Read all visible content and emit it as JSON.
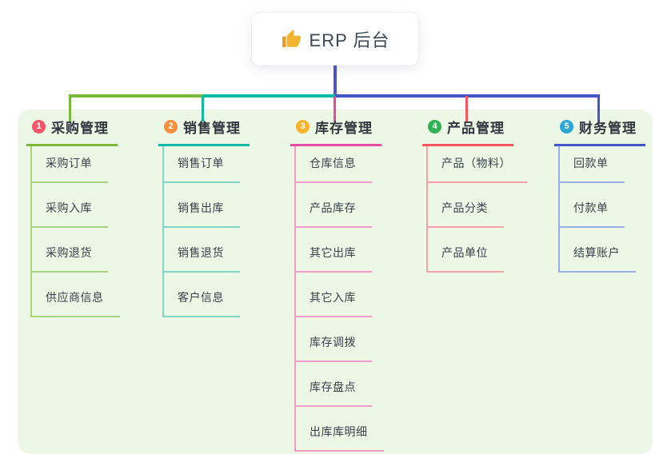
{
  "root": {
    "title": "ERP 后台",
    "icon": "thumbs-up-icon",
    "icon_color": "#f2b32e"
  },
  "branches": [
    {
      "badge": "1",
      "title": "采购管理",
      "badge_color": "#f8566a",
      "line_color": "#79ba3e",
      "sub_line_color": "#a9d47f",
      "items": [
        "采购订单",
        "采购入库",
        "采购退货",
        "供应商信息"
      ]
    },
    {
      "badge": "2",
      "title": "销售管理",
      "badge_color": "#f78f3d",
      "line_color": "#10b9a3",
      "sub_line_color": "#7fd7c8",
      "items": [
        "销售订单",
        "销售出库",
        "销售退货",
        "客户信息"
      ]
    },
    {
      "badge": "3",
      "title": "库存管理",
      "badge_color": "#f9b32a",
      "line_color": "#e84a9f",
      "sub_line_color": "#f49cc9",
      "items": [
        "仓库信息",
        "产品库存",
        "其它出库",
        "其它入库",
        "库存调拨",
        "库存盘点",
        "出库库明细"
      ]
    },
    {
      "badge": "4",
      "title": "产品管理",
      "badge_color": "#2fb354",
      "line_color": "#f95560",
      "sub_line_color": "#f8a2a8",
      "items": [
        "产品（物料）",
        "产品分类",
        "产品单位"
      ]
    },
    {
      "badge": "5",
      "title": "财务管理",
      "badge_color": "#2ba8d8",
      "line_color": "#4455c9",
      "sub_line_color": "#9cb0e8",
      "items": [
        "回款单",
        "付款单",
        "结算账户"
      ]
    }
  ],
  "colors": {
    "page_bg": "#ffffff",
    "panel_bg": "#ecf7e6",
    "stem": "#4c55ca",
    "root_text": "#3c4856",
    "item_text": "#3a424a"
  }
}
